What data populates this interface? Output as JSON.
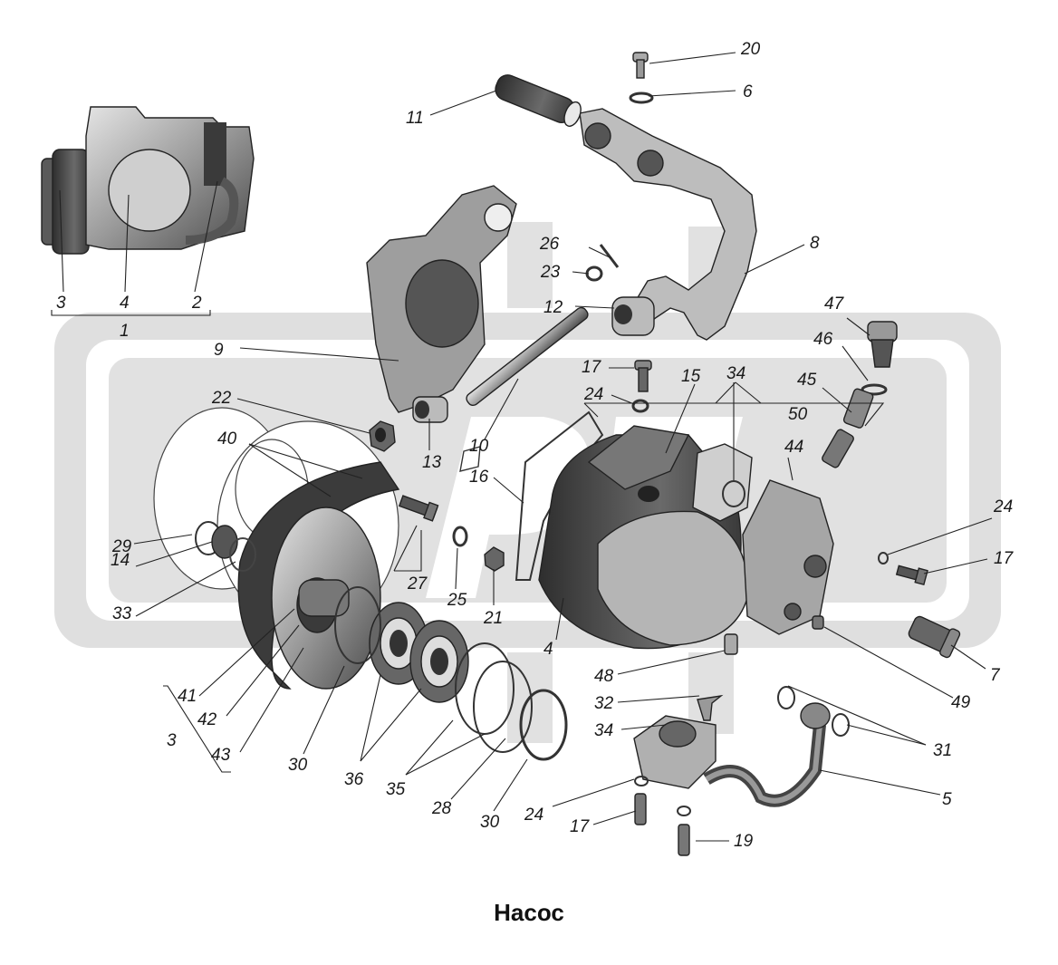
{
  "caption": "Насос",
  "watermark": {
    "text": "РТ",
    "color": "#d9d9d9"
  },
  "colors": {
    "part_dark": "#4a4a4a",
    "part_mid": "#8c8c8c",
    "part_light": "#cfcfcf",
    "line": "#222222"
  },
  "callouts": {
    "c1": "1",
    "c2": "2",
    "c3a": "3",
    "c3b": "3",
    "c4a": "4",
    "c4b": "4",
    "c5": "5",
    "c6": "6",
    "c7": "7",
    "c8": "8",
    "c9": "9",
    "c10": "10",
    "c11": "11",
    "c12": "12",
    "c13": "13",
    "c14": "14",
    "c15": "15",
    "c16": "16",
    "c17a": "17",
    "c17b": "17",
    "c17c": "17",
    "c19": "19",
    "c20": "20",
    "c21": "21",
    "c22": "22",
    "c23": "23",
    "c24a": "24",
    "c24b": "24",
    "c24c": "24",
    "c25": "25",
    "c26": "26",
    "c27": "27",
    "c28": "28",
    "c29": "29",
    "c30a": "30",
    "c30b": "30",
    "c31": "31",
    "c32": "32",
    "c33": "33",
    "c34a": "34",
    "c34b": "34",
    "c35": "35",
    "c36": "36",
    "c40": "40",
    "c41": "41",
    "c42": "42",
    "c43": "43",
    "c44": "44",
    "c45": "45",
    "c46": "46",
    "c47": "47",
    "c48": "48",
    "c49": "49",
    "c50": "50"
  }
}
